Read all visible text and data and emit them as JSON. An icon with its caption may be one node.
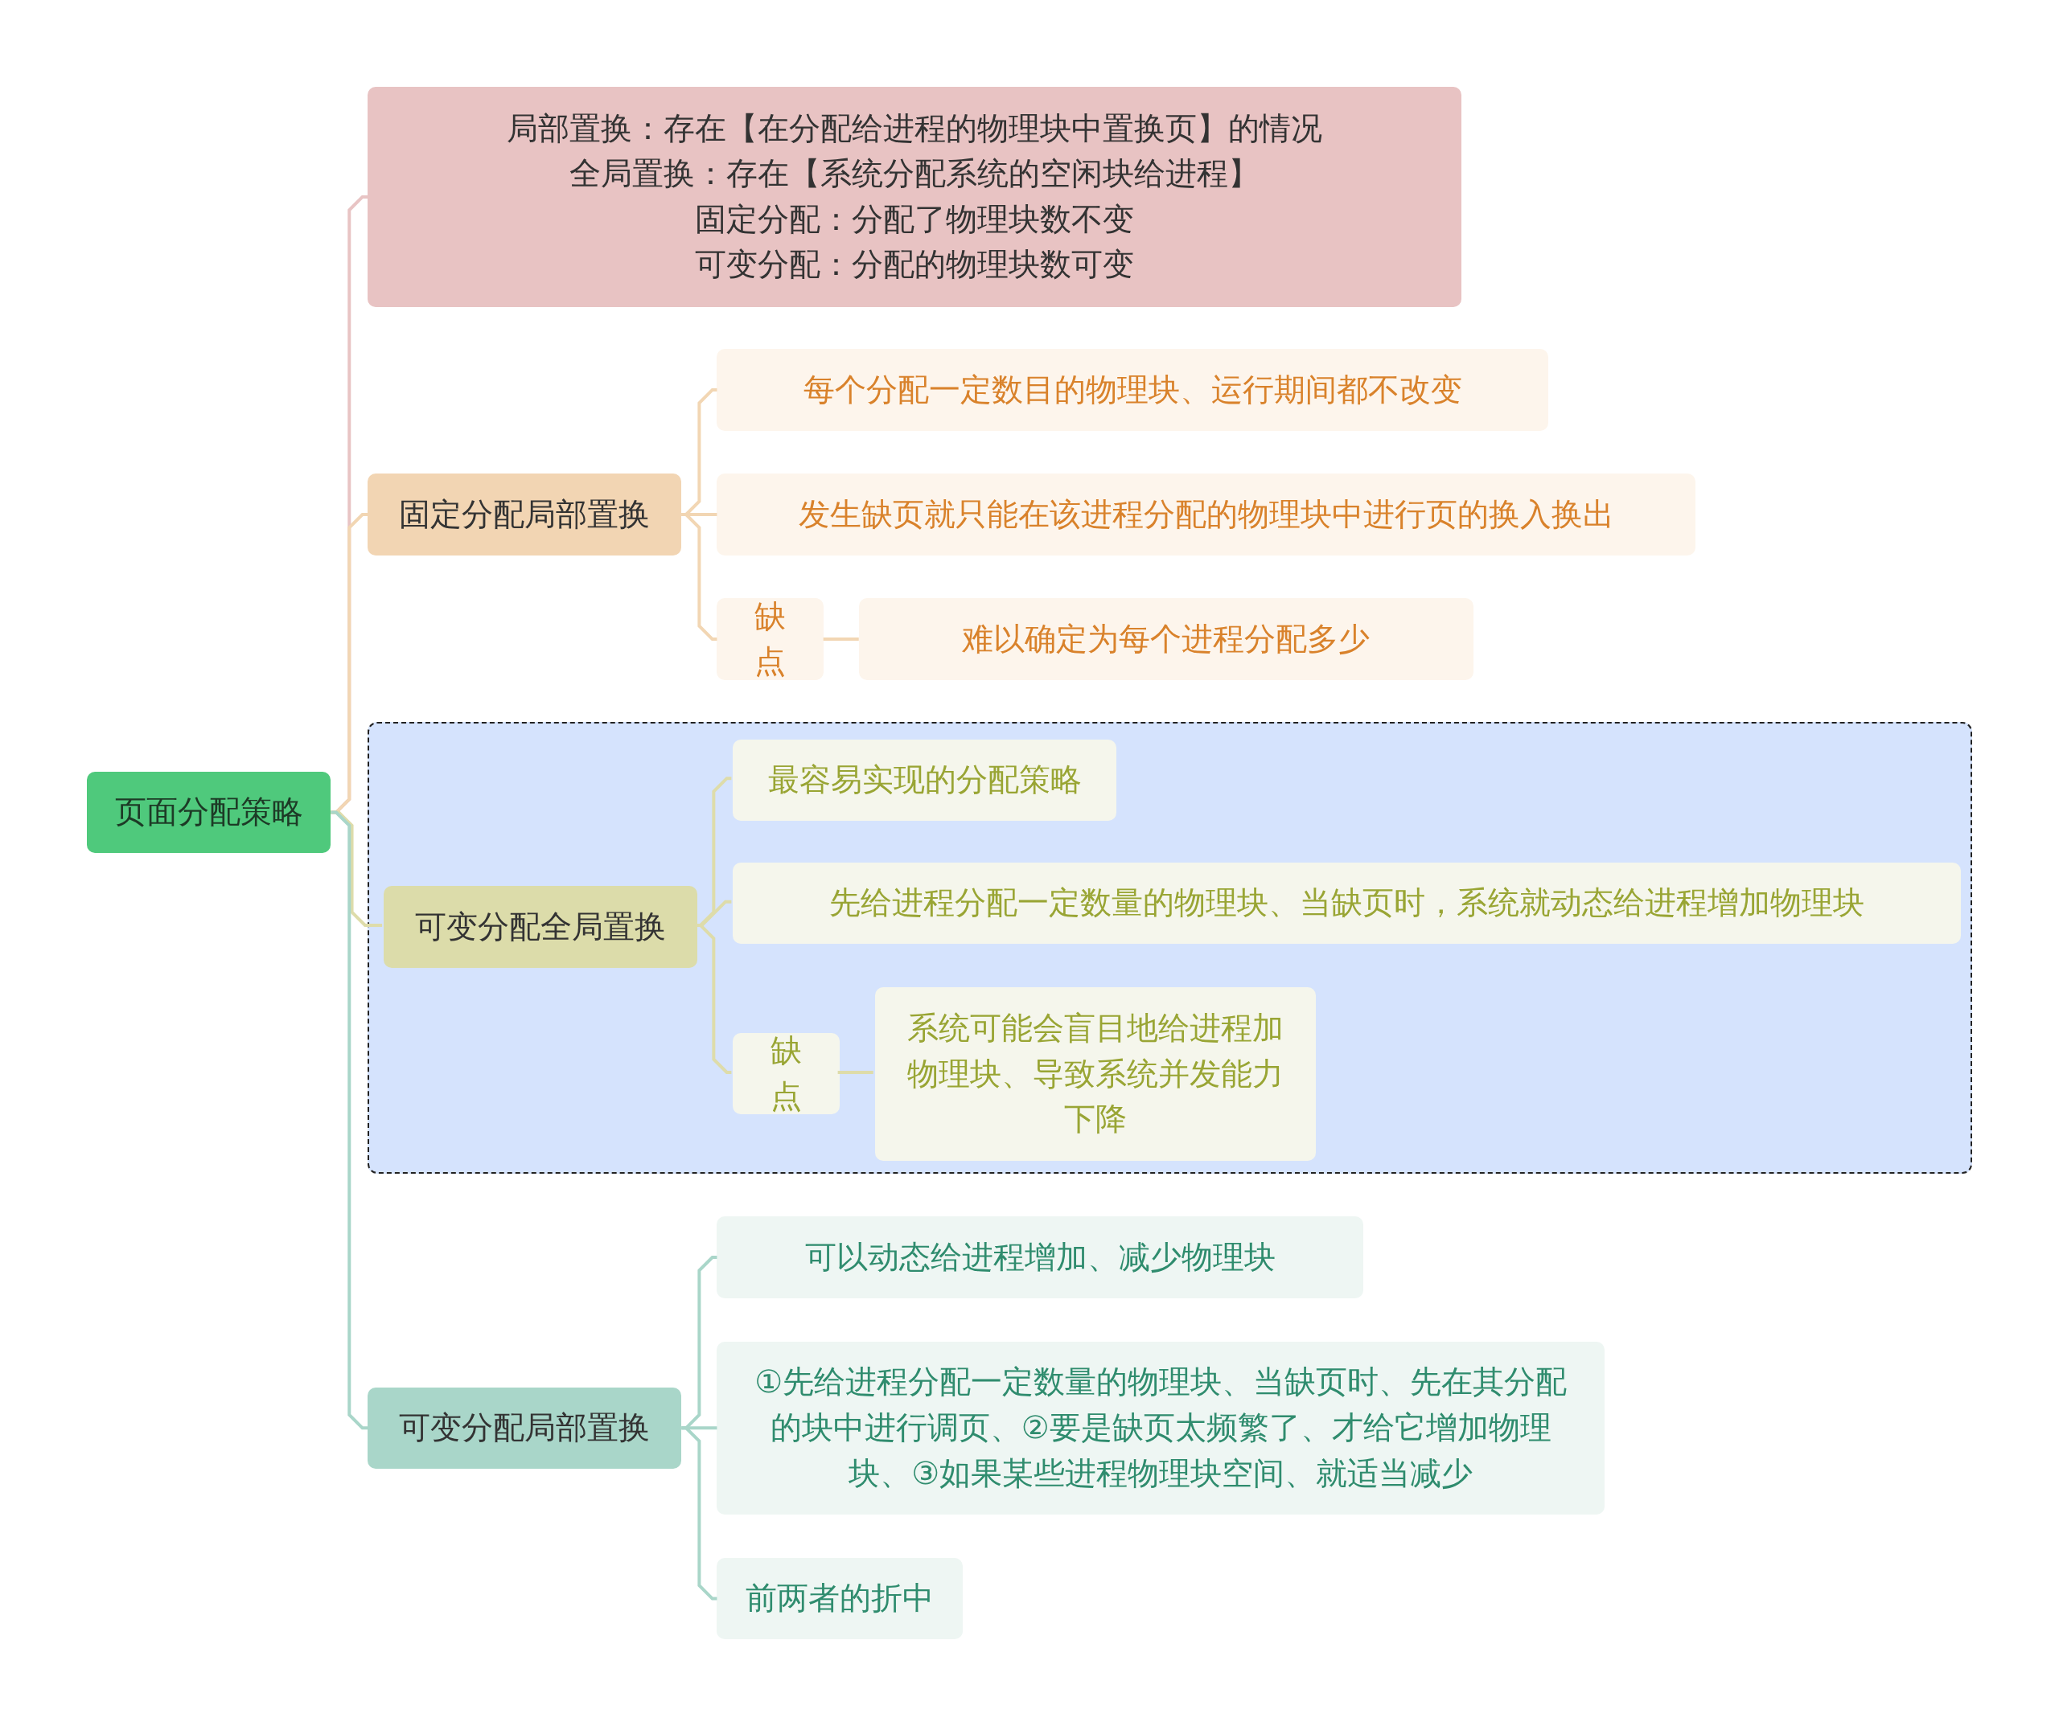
{
  "diagram": {
    "nodes": [
      {
        "text": [
          "页面分配策略"
        ]
      },
      {
        "text": [
          "局部置换：存在【在分配给进程的物理块中置换页】的情况",
          "全局置换：存在【系统分配系统的空闲块给进程】",
          "固定分配：分配了物理块数不变",
          "可变分配：分配的物理块数可变"
        ]
      },
      {
        "text": [
          "固定分配局部置换"
        ]
      },
      {
        "text": [
          "每个分配一定数目的物理块、运行期间都不改变"
        ]
      },
      {
        "text": [
          "发生缺页就只能在该进程分配的物理块中进行页的换入换出"
        ]
      },
      {
        "text": [
          "缺点"
        ]
      },
      {
        "text": [
          "难以确定为每个进程分配多少"
        ]
      },
      {
        "text": [],
        "shape": "box"
      },
      {
        "text": [
          "可变分配全局置换"
        ],
        "in": 7
      },
      {
        "text": [
          "最容易实现的分配策略"
        ],
        "in": 7
      },
      {
        "text": [
          "先给进程分配一定数量的物理块、当缺页时，系统就动态给进程增加物理块"
        ],
        "in": 7
      },
      {
        "text": [
          "缺点"
        ],
        "in": 7
      },
      {
        "text": [
          "系统可能会盲目地给进程加物理块、导致系统并发能力下降"
        ],
        "in": 7
      },
      {
        "text": [
          "可变分配局部置换"
        ]
      },
      {
        "text": [
          "可以动态给进程增加、减少物理块"
        ]
      },
      {
        "text": [
          "①先给进程分配一定数量的物理块、当缺页时、先在其分配的块中进行调页、②要是缺页太频繁了、才给它增加物理块、③如果某些进程物理块空间、就适当减少"
        ]
      },
      {
        "text": [
          "前两者的折中"
        ]
      }
    ],
    "edges": [
      {
        "from": 0,
        "to": 1,
        "arrow": "none",
        "color": "#e8c4c4"
      },
      {
        "from": 0,
        "to": 2,
        "arrow": "none",
        "color": "#f2d6b3"
      },
      {
        "from": 0,
        "to": 8,
        "arrow": "none",
        "color": "#dedcaa"
      },
      {
        "from": 0,
        "to": 13,
        "arrow": "none",
        "color": "#a9d6c9"
      },
      {
        "from": 2,
        "to": 3,
        "arrow": "none",
        "color": "#f2d6b3"
      },
      {
        "from": 2,
        "to": 4,
        "arrow": "none",
        "color": "#f2d6b3"
      },
      {
        "from": 2,
        "to": 5,
        "arrow": "none",
        "color": "#f2d6b3"
      },
      {
        "from": 5,
        "to": 6,
        "arrow": "none",
        "color": "#f2d6b3"
      },
      {
        "from": 8,
        "to": 9,
        "arrow": "none",
        "color": "#dedcaa"
      },
      {
        "from": 8,
        "to": 10,
        "arrow": "none",
        "color": "#dedcaa"
      },
      {
        "from": 8,
        "to": 11,
        "arrow": "none",
        "color": "#dedcaa"
      },
      {
        "from": 11,
        "to": 12,
        "arrow": "none",
        "color": "#dedcaa"
      },
      {
        "from": 13,
        "to": 14,
        "arrow": "none",
        "color": "#a9d6c9"
      },
      {
        "from": 13,
        "to": 15,
        "arrow": "none",
        "color": "#a9d6c9"
      },
      {
        "from": 13,
        "to": 16,
        "arrow": "none",
        "color": "#a9d6c9"
      }
    ]
  }
}
